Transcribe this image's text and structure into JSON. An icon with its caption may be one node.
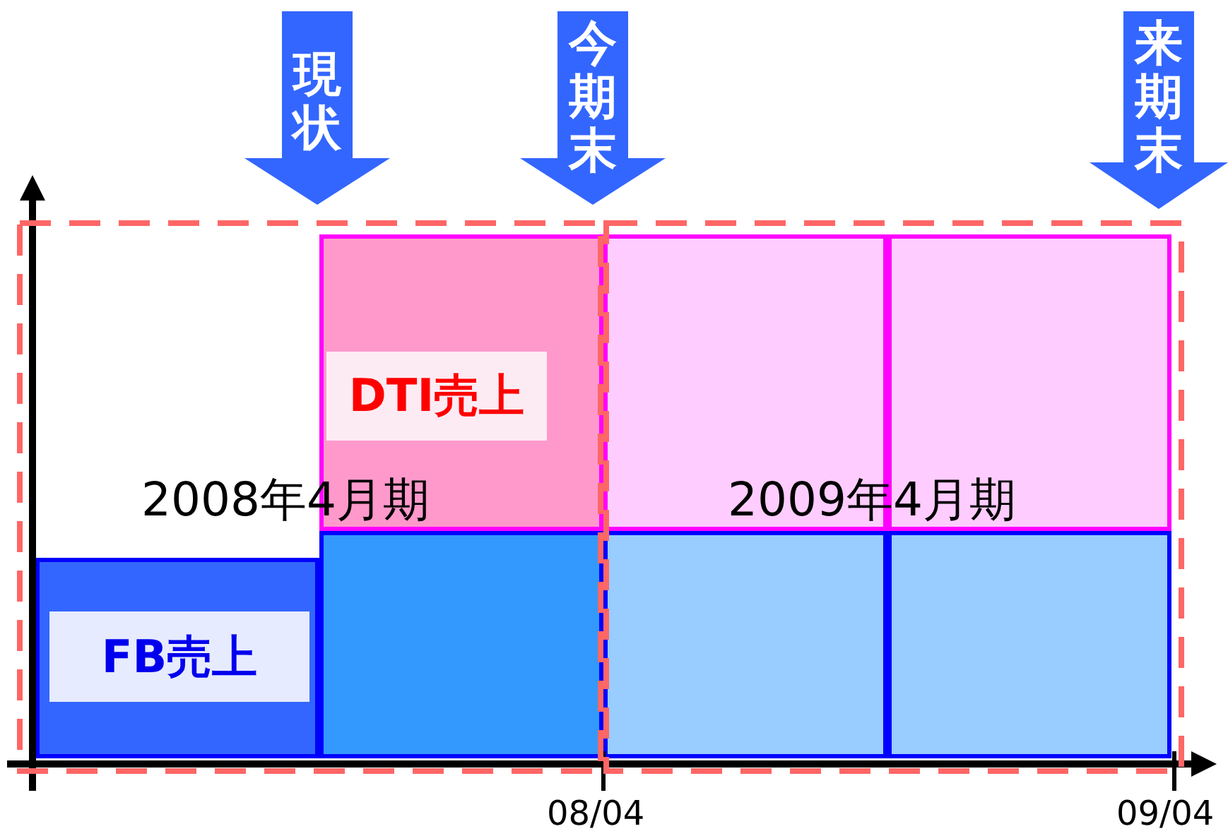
{
  "diagram": {
    "nodes": [
      {
        "text": [
          "現状"
        ]
      },
      {
        "text": [
          "今期末"
        ]
      },
      {
        "text": [
          "来期末"
        ]
      },
      {
        "text": [
          "FB売上"
        ]
      },
      {
        "text": [
          "DTI売上"
        ]
      },
      {
        "text": [],
        "shape": "box"
      },
      {
        "text": [],
        "shape": "box"
      },
      {
        "text": [],
        "shape": "box"
      },
      {
        "text": [],
        "shape": "box"
      },
      {
        "text": [],
        "shape": "box"
      }
    ],
    "labels": [
      "2008年4月期",
      "2009年4月期",
      "08/04",
      "09/04"
    ]
  }
}
